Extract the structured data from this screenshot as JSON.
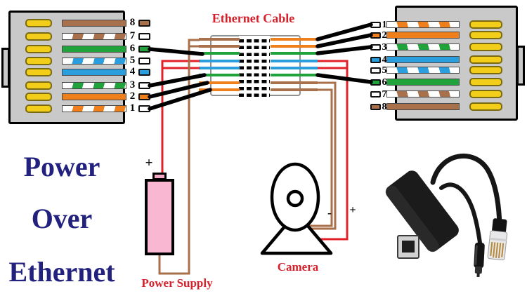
{
  "title": {
    "lines": [
      "Power",
      "Over",
      "Ethernet"
    ]
  },
  "cable": {
    "label": "Ethernet Cable",
    "rows": [
      {
        "row": 1,
        "left_color": "brown",
        "right_color": "orange"
      },
      {
        "row": 2,
        "left_color": "brown",
        "right_color": "orange"
      },
      {
        "row": 3,
        "left_color": "green",
        "right_color": "green"
      },
      {
        "row": 4,
        "left_color": "blue",
        "right_color": "blue"
      },
      {
        "row": 5,
        "left_color": "blue",
        "right_color": "blue"
      },
      {
        "row": 6,
        "left_color": "green",
        "right_color": "green"
      },
      {
        "row": 7,
        "left_color": "orange",
        "right_color": "brown"
      },
      {
        "row": 8,
        "left_color": "orange",
        "right_color": "brown"
      }
    ]
  },
  "left_connector": {
    "pins": [
      {
        "number": "8",
        "wire": "brown",
        "pattern": "solid"
      },
      {
        "number": "7",
        "wire": "white-brown",
        "pattern": "striped"
      },
      {
        "number": "6",
        "wire": "green",
        "pattern": "solid"
      },
      {
        "number": "5",
        "wire": "white-blue",
        "pattern": "striped"
      },
      {
        "number": "4",
        "wire": "blue",
        "pattern": "solid"
      },
      {
        "number": "3",
        "wire": "white-green",
        "pattern": "striped"
      },
      {
        "number": "2",
        "wire": "orange",
        "pattern": "solid"
      },
      {
        "number": "1",
        "wire": "white-orange",
        "pattern": "striped"
      }
    ]
  },
  "right_connector": {
    "pins": [
      {
        "number": "1",
        "wire": "white-orange",
        "pattern": "striped"
      },
      {
        "number": "2",
        "wire": "orange",
        "pattern": "solid"
      },
      {
        "number": "3",
        "wire": "white-green",
        "pattern": "striped"
      },
      {
        "number": "4",
        "wire": "blue",
        "pattern": "solid"
      },
      {
        "number": "5",
        "wire": "white-blue",
        "pattern": "striped"
      },
      {
        "number": "6",
        "wire": "green",
        "pattern": "solid"
      },
      {
        "number": "7",
        "wire": "white-brown",
        "pattern": "striped"
      },
      {
        "number": "8",
        "wire": "brown",
        "pattern": "solid"
      }
    ]
  },
  "power_supply": {
    "label": "Power Supply",
    "terminal_plus": "+"
  },
  "camera": {
    "label": "Camera",
    "terminal_minus": "-",
    "terminal_plus": "+"
  },
  "colors": {
    "orange": "#ef7f1a",
    "green": "#21a33c",
    "blue": "#2b9fdd",
    "brown": "#a9714b",
    "red_wire": "#e32128",
    "black_wire": "#000000",
    "pin_gold": "#f2ce1b",
    "connector_gray": "#c9c9c9",
    "battery_pink": "#f9b7d2",
    "title_navy": "#23217e",
    "label_red": "#d6212b"
  }
}
